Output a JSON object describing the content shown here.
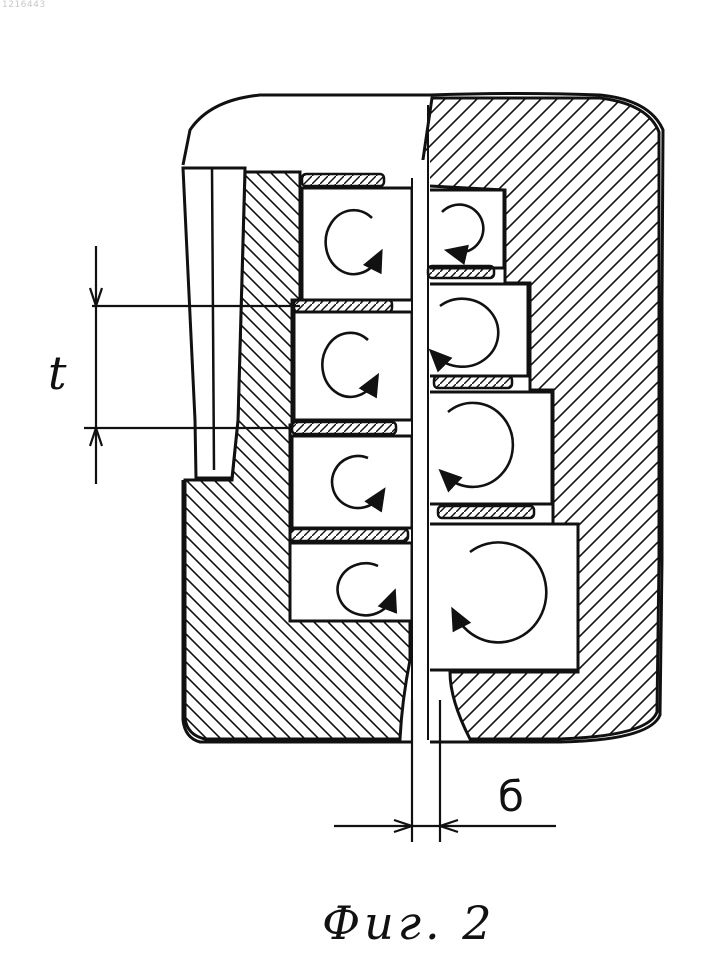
{
  "document": {
    "id_mark": "1216443",
    "figure_caption": "Фиг. 2"
  },
  "diagram": {
    "labels": {
      "pitch": "t",
      "gap": "б"
    }
  },
  "colors": {
    "ink": "#111111",
    "paper": "#ffffff"
  }
}
